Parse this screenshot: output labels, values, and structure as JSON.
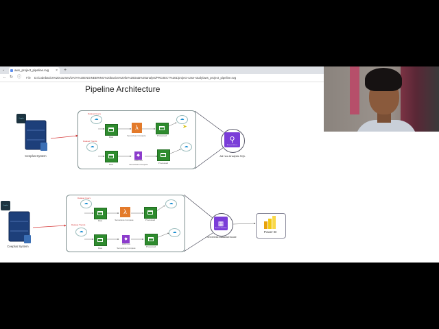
{
  "browser": {
    "tab_title": "aws_project_pipeline.svg",
    "new_tab": "+",
    "address_prefix": "File",
    "url": "D:/Codebasics%20courses/DATA%20ENGINEERING%20basics%20for%20Data%20analyst/PROJECT%201/project-case-study/aws_project_pipeline.svg"
  },
  "diagram": {
    "title": "Pipeline Architecture",
    "top": {
      "source_label": "Ceeplus System",
      "badge": "Ceeplus",
      "flow1_label": "Dataset Users",
      "flow2_label": "Dataset Trends",
      "raw1": "Raw",
      "raw2": "Raw",
      "compute1": "Serverless Compute",
      "compute2": "Serverless Compute",
      "emr_label": "EMR Flow",
      "processed1": "Processed",
      "processed2": "Processed",
      "athena_badge": "Amazon Athena",
      "athena_label": "Ad hoc Analysis SQL"
    },
    "bottom": {
      "source_label": "Ceeplus System",
      "badge": "Ceeplus",
      "flow1_label": "Dataset Users",
      "flow2_label": "Dataset Trends",
      "raw1": "Raw",
      "raw2": "Raw",
      "compute1": "Serverless Compute",
      "compute2": "Serverless Compute",
      "emr_label": "EMR Flow",
      "processed1": "Processed",
      "processed2": "Processed",
      "redshift_badge": "Amazon Redshift",
      "redshift_label": "Serverless Datawarehouse",
      "powerbi_label": "Power BI"
    }
  },
  "colors": {
    "s3_green": "#2e8b2e",
    "lambda_orange": "#e37a2a",
    "purple": "#7a3dd8",
    "arrow_red": "#d63a3a",
    "powerbi_yellow": "#f2c811"
  },
  "icons": {
    "server": "server-stack-icon",
    "bucket": "s3-bucket-icon",
    "lambda": "lambda-icon",
    "emr": "emr-icon",
    "crawler": "glue-crawler-icon",
    "athena": "athena-search-icon",
    "redshift": "redshift-icon",
    "powerbi": "powerbi-bars-icon",
    "cursor": "mouse-cursor-icon"
  }
}
